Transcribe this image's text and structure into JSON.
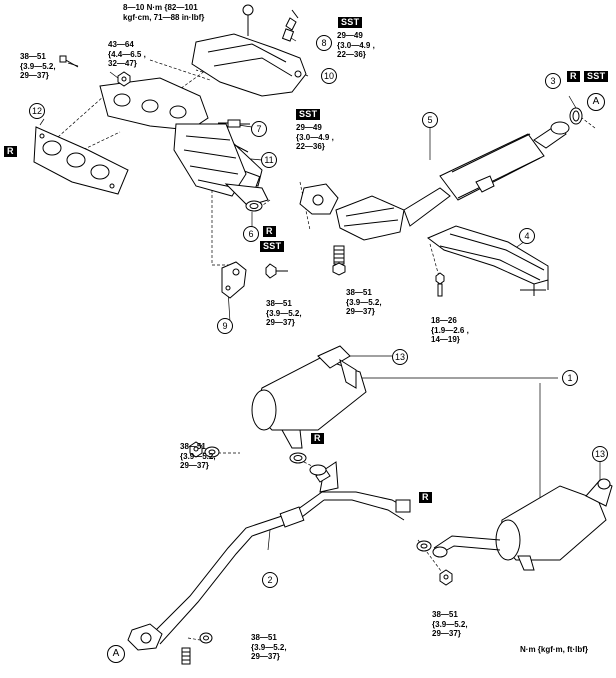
{
  "diagram": {
    "callouts": {
      "c1": "1",
      "c2": "2",
      "c3": "3",
      "c4": "4",
      "c5": "5",
      "c6": "6",
      "c7": "7",
      "c8": "8",
      "c9": "9",
      "c10": "10",
      "c11": "11",
      "c12": "12",
      "c13a": "13",
      "c13b": "13"
    },
    "reference_marks": {
      "a_top": "A",
      "a_bottom": "A"
    },
    "badges": {
      "sst_sensor_top": "SST",
      "sst_sensor_mid": "SST",
      "sst_gasket_6": "SST",
      "sst_ring_3": "SST",
      "r_ring_3": "R",
      "r_gasket_12": "R",
      "r_gasket_6": "R",
      "r_gasket_lower_left": "R",
      "r_gasket_lower_right": "R"
    },
    "torques": {
      "heat_insulator_bolt": "8—10 N·m {82—101\nkgf·cm, 71—88 in·lbf}",
      "sensor_top": "29—49\n{3.0—4.9 ,\n22—36}",
      "sensor_mid": "29—49\n{3.0—4.9 ,\n22—36}",
      "manifold_nut": "43—64\n{4.4—6.5 ,\n32—47}",
      "manifold_stud": "38—51\n{3.9—5.2,\n29—37}",
      "bracket_bolt": "38—51\n{3.9—5.2,\n29—37}",
      "front_pipe_spring": "38—51\n{3.9—5.2,\n29—37}",
      "crossmember_bolt": "18—26\n{1.9—2.6 ,\n14—19}",
      "left_muffler_nut": "38—51\n{3.9—5.2,\n29—37}",
      "right_muffler_nut": "38—51\n{3.9—5.2,\n29—37}",
      "front_flange_bolt": "38—51\n{3.9—5.2,\n29—37}"
    },
    "units_note": "N·m {kgf·m, ft·lbf}"
  }
}
